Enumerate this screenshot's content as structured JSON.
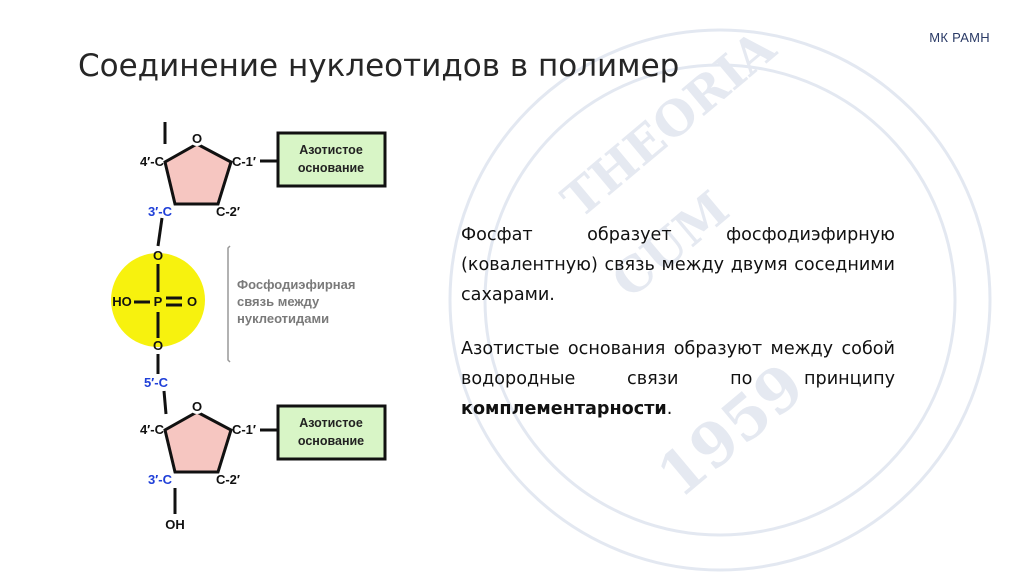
{
  "slide": {
    "logo_text": "МК РАМН",
    "title": "Соединение нуклеотидов в полимер",
    "paragraphs": [
      {
        "text": "Фосфат образует фосфодиэфирную (ковалентную) связь между двумя соседними сахарами."
      },
      {
        "text_before": "Азотистые основания образуют между собой водородные связи по принципу ",
        "bold": "комплементарности",
        "text_after": "."
      }
    ]
  },
  "diagram": {
    "nucleotide_top": {
      "ring_oxygen": "O",
      "c4_label": "4′-C",
      "c1_label": "C-1′",
      "c3_label": "3′-C",
      "c2_label": "C-2′",
      "base_box_line1": "Азотистое",
      "base_box_line2": "основание"
    },
    "phosphate": {
      "o_top": "O",
      "o_bottom": "O",
      "ho": "HO",
      "p": "P",
      "o_right": "O"
    },
    "bond_label": [
      "Фосфодиэфирная",
      "связь между",
      "нуклеотидами"
    ],
    "nucleotide_bottom": {
      "c5_label": "5′-C",
      "ring_oxygen": "O",
      "c4_label": "4′-C",
      "c1_label": "C-1′",
      "c3_label": "3′-C",
      "c2_label": "C-2′",
      "oh": "OH",
      "base_box_line1": "Азотистое",
      "base_box_line2": "основание"
    },
    "colors": {
      "sugar_fill": "#f6c6c1",
      "phosphate_fill": "#f7f20e",
      "base_box_fill": "#d8f5c6",
      "blue_label": "#1f3fd8",
      "bond_label": "#7a7a7a"
    }
  }
}
